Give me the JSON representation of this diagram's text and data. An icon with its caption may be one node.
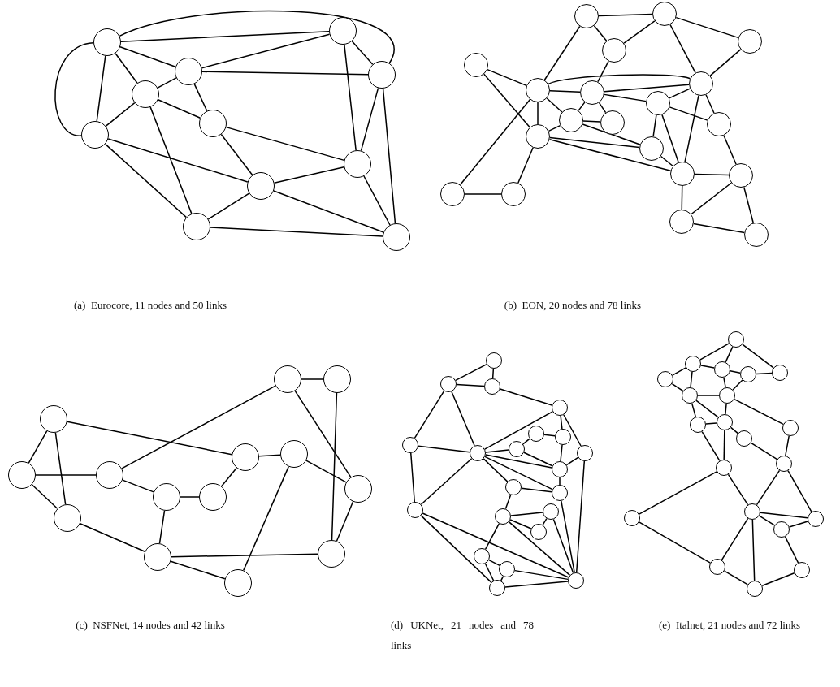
{
  "diagram": {
    "nodes": [
      {
        "text": [],
        "shape": "circle"
      },
      {
        "text": [],
        "shape": "circle"
      },
      {
        "text": [],
        "shape": "circle"
      },
      {
        "text": [],
        "shape": "circle"
      },
      {
        "text": [],
        "shape": "circle"
      },
      {
        "text": [],
        "shape": "circle"
      },
      {
        "text": [],
        "shape": "circle"
      },
      {
        "text": [],
        "shape": "circle"
      },
      {
        "text": [],
        "shape": "circle"
      },
      {
        "text": [],
        "shape": "circle"
      },
      {
        "text": [],
        "shape": "circle"
      },
      {
        "text": [],
        "shape": "circle"
      },
      {
        "text": [],
        "shape": "circle"
      },
      {
        "text": [],
        "shape": "circle"
      },
      {
        "text": [],
        "shape": "circle"
      },
      {
        "text": [],
        "shape": "circle"
      },
      {
        "text": [],
        "shape": "circle"
      },
      {
        "text": [],
        "shape": "circle"
      },
      {
        "text": [],
        "shape": "circle"
      },
      {
        "text": [],
        "shape": "circle"
      },
      {
        "text": [],
        "shape": "circle"
      },
      {
        "text": [],
        "shape": "circle"
      },
      {
        "text": [],
        "shape": "circle"
      },
      {
        "text": [],
        "shape": "circle"
      },
      {
        "text": [],
        "shape": "circle"
      },
      {
        "text": [],
        "shape": "circle"
      },
      {
        "text": [],
        "shape": "circle"
      },
      {
        "text": [],
        "shape": "circle"
      },
      {
        "text": [],
        "shape": "circle"
      },
      {
        "text": [],
        "shape": "circle"
      },
      {
        "text": [],
        "shape": "circle"
      },
      {
        "text": [],
        "shape": "circle"
      },
      {
        "text": [],
        "shape": "circle"
      },
      {
        "text": [],
        "shape": "circle"
      },
      {
        "text": [],
        "shape": "circle"
      },
      {
        "text": [],
        "shape": "circle"
      },
      {
        "text": [],
        "shape": "circle"
      },
      {
        "text": [],
        "shape": "circle"
      },
      {
        "text": [],
        "shape": "circle"
      },
      {
        "text": [],
        "shape": "circle"
      },
      {
        "text": [],
        "shape": "circle"
      },
      {
        "text": [],
        "shape": "circle"
      },
      {
        "text": [],
        "shape": "circle"
      },
      {
        "text": [],
        "shape": "circle"
      },
      {
        "text": [],
        "shape": "circle"
      },
      {
        "text": [],
        "shape": "circle"
      },
      {
        "text": [],
        "shape": "circle"
      },
      {
        "text": [],
        "shape": "circle"
      },
      {
        "text": [],
        "shape": "circle"
      },
      {
        "text": [],
        "shape": "circle"
      },
      {
        "text": [],
        "shape": "circle"
      },
      {
        "text": [],
        "shape": "circle"
      },
      {
        "text": [],
        "shape": "circle"
      },
      {
        "text": [],
        "shape": "circle"
      },
      {
        "text": [],
        "shape": "circle"
      },
      {
        "text": [],
        "shape": "circle"
      },
      {
        "text": [],
        "shape": "circle"
      },
      {
        "text": [],
        "shape": "circle"
      },
      {
        "text": [],
        "shape": "circle"
      },
      {
        "text": [],
        "shape": "circle"
      },
      {
        "text": [],
        "shape": "circle"
      },
      {
        "text": [],
        "shape": "circle"
      },
      {
        "text": [],
        "shape": "circle"
      },
      {
        "text": [],
        "shape": "circle"
      },
      {
        "text": [],
        "shape": "circle"
      },
      {
        "text": [],
        "shape": "circle"
      },
      {
        "text": [],
        "shape": "circle"
      },
      {
        "text": [],
        "shape": "circle"
      },
      {
        "text": [],
        "shape": "circle"
      },
      {
        "text": [],
        "shape": "circle"
      },
      {
        "text": [],
        "shape": "circle"
      },
      {
        "text": [],
        "shape": "circle"
      },
      {
        "text": [],
        "shape": "circle"
      },
      {
        "text": [],
        "shape": "circle"
      },
      {
        "text": [],
        "shape": "circle"
      },
      {
        "text": [],
        "shape": "circle"
      },
      {
        "text": [],
        "shape": "circle"
      },
      {
        "text": [],
        "shape": "circle"
      },
      {
        "text": [],
        "shape": "circle"
      },
      {
        "text": [],
        "shape": "circle"
      },
      {
        "text": [],
        "shape": "circle"
      },
      {
        "text": [],
        "shape": "circle"
      },
      {
        "text": [],
        "shape": "circle"
      },
      {
        "text": [],
        "shape": "circle"
      },
      {
        "text": [],
        "shape": "circle"
      },
      {
        "text": [],
        "shape": "circle"
      },
      {
        "text": [],
        "shape": "circle"
      }
    ],
    "edges": [
      {
        "from": 0,
        "to": 3,
        "arrow": "none"
      },
      {
        "from": 0,
        "to": 6,
        "arrow": "none"
      },
      {
        "from": 0,
        "to": 1,
        "arrow": "none"
      },
      {
        "from": 0,
        "to": 2,
        "arrow": "none"
      },
      {
        "from": 0,
        "to": 4,
        "arrow": "none"
      },
      {
        "from": 0,
        "to": 6,
        "arrow": "none"
      },
      {
        "from": 2,
        "to": 4,
        "arrow": "none"
      },
      {
        "from": 2,
        "to": 1,
        "arrow": "none"
      },
      {
        "from": 2,
        "to": 3,
        "arrow": "none"
      },
      {
        "from": 2,
        "to": 5,
        "arrow": "none"
      },
      {
        "from": 4,
        "to": 6,
        "arrow": "none"
      },
      {
        "from": 4,
        "to": 5,
        "arrow": "none"
      },
      {
        "from": 4,
        "to": 9,
        "arrow": "none"
      },
      {
        "from": 5,
        "to": 7,
        "arrow": "none"
      },
      {
        "from": 5,
        "to": 8,
        "arrow": "none"
      },
      {
        "from": 6,
        "to": 8,
        "arrow": "none"
      },
      {
        "from": 6,
        "to": 9,
        "arrow": "none"
      },
      {
        "from": 1,
        "to": 3,
        "arrow": "none"
      },
      {
        "from": 1,
        "to": 7,
        "arrow": "none"
      },
      {
        "from": 3,
        "to": 7,
        "arrow": "none"
      },
      {
        "from": 3,
        "to": 10,
        "arrow": "none"
      },
      {
        "from": 7,
        "to": 8,
        "arrow": "none"
      },
      {
        "from": 7,
        "to": 10,
        "arrow": "none"
      },
      {
        "from": 8,
        "to": 9,
        "arrow": "none"
      },
      {
        "from": 8,
        "to": 10,
        "arrow": "none"
      },
      {
        "from": 9,
        "to": 10,
        "arrow": "none"
      },
      {
        "from": 11,
        "to": 12,
        "arrow": "none"
      },
      {
        "from": 11,
        "to": 14,
        "arrow": "none"
      },
      {
        "from": 11,
        "to": 16,
        "arrow": "none"
      },
      {
        "from": 12,
        "to": 14,
        "arrow": "none"
      },
      {
        "from": 12,
        "to": 13,
        "arrow": "none"
      },
      {
        "from": 12,
        "to": 17,
        "arrow": "none"
      },
      {
        "from": 13,
        "to": 17,
        "arrow": "none"
      },
      {
        "from": 14,
        "to": 18,
        "arrow": "none"
      },
      {
        "from": 15,
        "to": 16,
        "arrow": "none"
      },
      {
        "from": 15,
        "to": 23,
        "arrow": "none"
      },
      {
        "from": 16,
        "to": 17,
        "arrow": "none"
      },
      {
        "from": 16,
        "to": 18,
        "arrow": "none"
      },
      {
        "from": 16,
        "to": 23,
        "arrow": "none"
      },
      {
        "from": 16,
        "to": 20,
        "arrow": "none"
      },
      {
        "from": 16,
        "to": 27,
        "arrow": "none"
      },
      {
        "from": 18,
        "to": 17,
        "arrow": "none"
      },
      {
        "from": 18,
        "to": 19,
        "arrow": "none"
      },
      {
        "from": 18,
        "to": 20,
        "arrow": "none"
      },
      {
        "from": 18,
        "to": 21,
        "arrow": "none"
      },
      {
        "from": 19,
        "to": 17,
        "arrow": "none"
      },
      {
        "from": 19,
        "to": 22,
        "arrow": "none"
      },
      {
        "from": 19,
        "to": 24,
        "arrow": "none"
      },
      {
        "from": 19,
        "to": 25,
        "arrow": "none"
      },
      {
        "from": 17,
        "to": 25,
        "arrow": "none"
      },
      {
        "from": 17,
        "to": 22,
        "arrow": "none"
      },
      {
        "from": 20,
        "to": 23,
        "arrow": "none"
      },
      {
        "from": 20,
        "to": 21,
        "arrow": "none"
      },
      {
        "from": 20,
        "to": 24,
        "arrow": "none"
      },
      {
        "from": 23,
        "to": 24,
        "arrow": "none"
      },
      {
        "from": 23,
        "to": 25,
        "arrow": "none"
      },
      {
        "from": 23,
        "to": 28,
        "arrow": "none"
      },
      {
        "from": 24,
        "to": 25,
        "arrow": "none"
      },
      {
        "from": 22,
        "to": 26,
        "arrow": "none"
      },
      {
        "from": 25,
        "to": 26,
        "arrow": "none"
      },
      {
        "from": 25,
        "to": 29,
        "arrow": "none"
      },
      {
        "from": 26,
        "to": 29,
        "arrow": "none"
      },
      {
        "from": 26,
        "to": 30,
        "arrow": "none"
      },
      {
        "from": 29,
        "to": 30,
        "arrow": "none"
      },
      {
        "from": 27,
        "to": 28,
        "arrow": "none"
      },
      {
        "from": 31,
        "to": 32,
        "arrow": "none"
      },
      {
        "from": 31,
        "to": 34,
        "arrow": "none"
      },
      {
        "from": 31,
        "to": 37,
        "arrow": "none"
      },
      {
        "from": 32,
        "to": 33,
        "arrow": "none"
      },
      {
        "from": 32,
        "to": 34,
        "arrow": "none"
      },
      {
        "from": 33,
        "to": 39,
        "arrow": "none"
      },
      {
        "from": 33,
        "to": 35,
        "arrow": "none"
      },
      {
        "from": 34,
        "to": 42,
        "arrow": "none"
      },
      {
        "from": 35,
        "to": 36,
        "arrow": "none"
      },
      {
        "from": 35,
        "to": 42,
        "arrow": "none"
      },
      {
        "from": 36,
        "to": 37,
        "arrow": "none"
      },
      {
        "from": 37,
        "to": 38,
        "arrow": "none"
      },
      {
        "from": 38,
        "to": 41,
        "arrow": "none"
      },
      {
        "from": 38,
        "to": 44,
        "arrow": "none"
      },
      {
        "from": 39,
        "to": 40,
        "arrow": "none"
      },
      {
        "from": 39,
        "to": 41,
        "arrow": "none"
      },
      {
        "from": 40,
        "to": 43,
        "arrow": "none"
      },
      {
        "from": 41,
        "to": 43,
        "arrow": "none"
      },
      {
        "from": 42,
        "to": 43,
        "arrow": "none"
      },
      {
        "from": 42,
        "to": 44,
        "arrow": "none"
      },
      {
        "from": 45,
        "to": 46,
        "arrow": "none"
      },
      {
        "from": 45,
        "to": 47,
        "arrow": "none"
      },
      {
        "from": 46,
        "to": 47,
        "arrow": "none"
      },
      {
        "from": 46,
        "to": 49,
        "arrow": "none"
      },
      {
        "from": 46,
        "to": 52,
        "arrow": "none"
      },
      {
        "from": 47,
        "to": 48,
        "arrow": "none"
      },
      {
        "from": 48,
        "to": 52,
        "arrow": "none"
      },
      {
        "from": 48,
        "to": 51,
        "arrow": "none"
      },
      {
        "from": 48,
        "to": 54,
        "arrow": "none"
      },
      {
        "from": 49,
        "to": 52,
        "arrow": "none"
      },
      {
        "from": 49,
        "to": 58,
        "arrow": "none"
      },
      {
        "from": 50,
        "to": 51,
        "arrow": "none"
      },
      {
        "from": 50,
        "to": 53,
        "arrow": "none"
      },
      {
        "from": 51,
        "to": 55,
        "arrow": "none"
      },
      {
        "from": 52,
        "to": 53,
        "arrow": "none"
      },
      {
        "from": 52,
        "to": 55,
        "arrow": "none"
      },
      {
        "from": 52,
        "to": 56,
        "arrow": "none"
      },
      {
        "from": 52,
        "to": 57,
        "arrow": "none"
      },
      {
        "from": 52,
        "to": 58,
        "arrow": "none"
      },
      {
        "from": 53,
        "to": 55,
        "arrow": "none"
      },
      {
        "from": 54,
        "to": 55,
        "arrow": "none"
      },
      {
        "from": 54,
        "to": 64,
        "arrow": "none"
      },
      {
        "from": 55,
        "to": 57,
        "arrow": "none"
      },
      {
        "from": 56,
        "to": 57,
        "arrow": "none"
      },
      {
        "from": 56,
        "to": 60,
        "arrow": "none"
      },
      {
        "from": 57,
        "to": 64,
        "arrow": "none"
      },
      {
        "from": 59,
        "to": 64,
        "arrow": "none"
      },
      {
        "from": 60,
        "to": 59,
        "arrow": "none"
      },
      {
        "from": 60,
        "to": 61,
        "arrow": "none"
      },
      {
        "from": 59,
        "to": 61,
        "arrow": "none"
      },
      {
        "from": 60,
        "to": 64,
        "arrow": "none"
      },
      {
        "from": 60,
        "to": 62,
        "arrow": "none"
      },
      {
        "from": 58,
        "to": 64,
        "arrow": "none"
      },
      {
        "from": 58,
        "to": 65,
        "arrow": "none"
      },
      {
        "from": 62,
        "to": 63,
        "arrow": "none"
      },
      {
        "from": 62,
        "to": 65,
        "arrow": "none"
      },
      {
        "from": 63,
        "to": 65,
        "arrow": "none"
      },
      {
        "from": 63,
        "to": 64,
        "arrow": "none"
      },
      {
        "from": 65,
        "to": 64,
        "arrow": "none"
      },
      {
        "from": 66,
        "to": 67,
        "arrow": "none"
      },
      {
        "from": 66,
        "to": 68,
        "arrow": "none"
      },
      {
        "from": 66,
        "to": 70,
        "arrow": "none"
      },
      {
        "from": 67,
        "to": 71,
        "arrow": "none"
      },
      {
        "from": 67,
        "to": 68,
        "arrow": "none"
      },
      {
        "from": 67,
        "to": 72,
        "arrow": "none"
      },
      {
        "from": 68,
        "to": 69,
        "arrow": "none"
      },
      {
        "from": 68,
        "to": 73,
        "arrow": "none"
      },
      {
        "from": 69,
        "to": 70,
        "arrow": "none"
      },
      {
        "from": 69,
        "to": 73,
        "arrow": "none"
      },
      {
        "from": 71,
        "to": 72,
        "arrow": "none"
      },
      {
        "from": 72,
        "to": 73,
        "arrow": "none"
      },
      {
        "from": 72,
        "to": 74,
        "arrow": "none"
      },
      {
        "from": 72,
        "to": 75,
        "arrow": "none"
      },
      {
        "from": 73,
        "to": 75,
        "arrow": "none"
      },
      {
        "from": 73,
        "to": 76,
        "arrow": "none"
      },
      {
        "from": 74,
        "to": 75,
        "arrow": "none"
      },
      {
        "from": 74,
        "to": 78,
        "arrow": "none"
      },
      {
        "from": 75,
        "to": 78,
        "arrow": "none"
      },
      {
        "from": 75,
        "to": 77,
        "arrow": "none"
      },
      {
        "from": 77,
        "to": 79,
        "arrow": "none"
      },
      {
        "from": 76,
        "to": 79,
        "arrow": "none"
      },
      {
        "from": 78,
        "to": 81,
        "arrow": "none"
      },
      {
        "from": 78,
        "to": 80,
        "arrow": "none"
      },
      {
        "from": 79,
        "to": 80,
        "arrow": "none"
      },
      {
        "from": 79,
        "to": 82,
        "arrow": "none"
      },
      {
        "from": 80,
        "to": 82,
        "arrow": "none"
      },
      {
        "from": 80,
        "to": 83,
        "arrow": "none"
      },
      {
        "from": 80,
        "to": 84,
        "arrow": "none"
      },
      {
        "from": 80,
        "to": 86,
        "arrow": "none"
      },
      {
        "from": 81,
        "to": 84,
        "arrow": "none"
      },
      {
        "from": 83,
        "to": 82,
        "arrow": "none"
      },
      {
        "from": 83,
        "to": 85,
        "arrow": "none"
      },
      {
        "from": 84,
        "to": 86,
        "arrow": "none"
      },
      {
        "from": 86,
        "to": 85,
        "arrow": "none"
      }
    ],
    "labels": [
      "(a)  Eurocore, 11 nodes and 50 links",
      "(b)  EON, 20 nodes and 78 links",
      "(c)  NSFNet, 14 nodes and 42 links",
      "(d)  UKNet,  21  nodes  and  78 links",
      "(e)  Italnet, 21 nodes and 72 links"
    ]
  }
}
